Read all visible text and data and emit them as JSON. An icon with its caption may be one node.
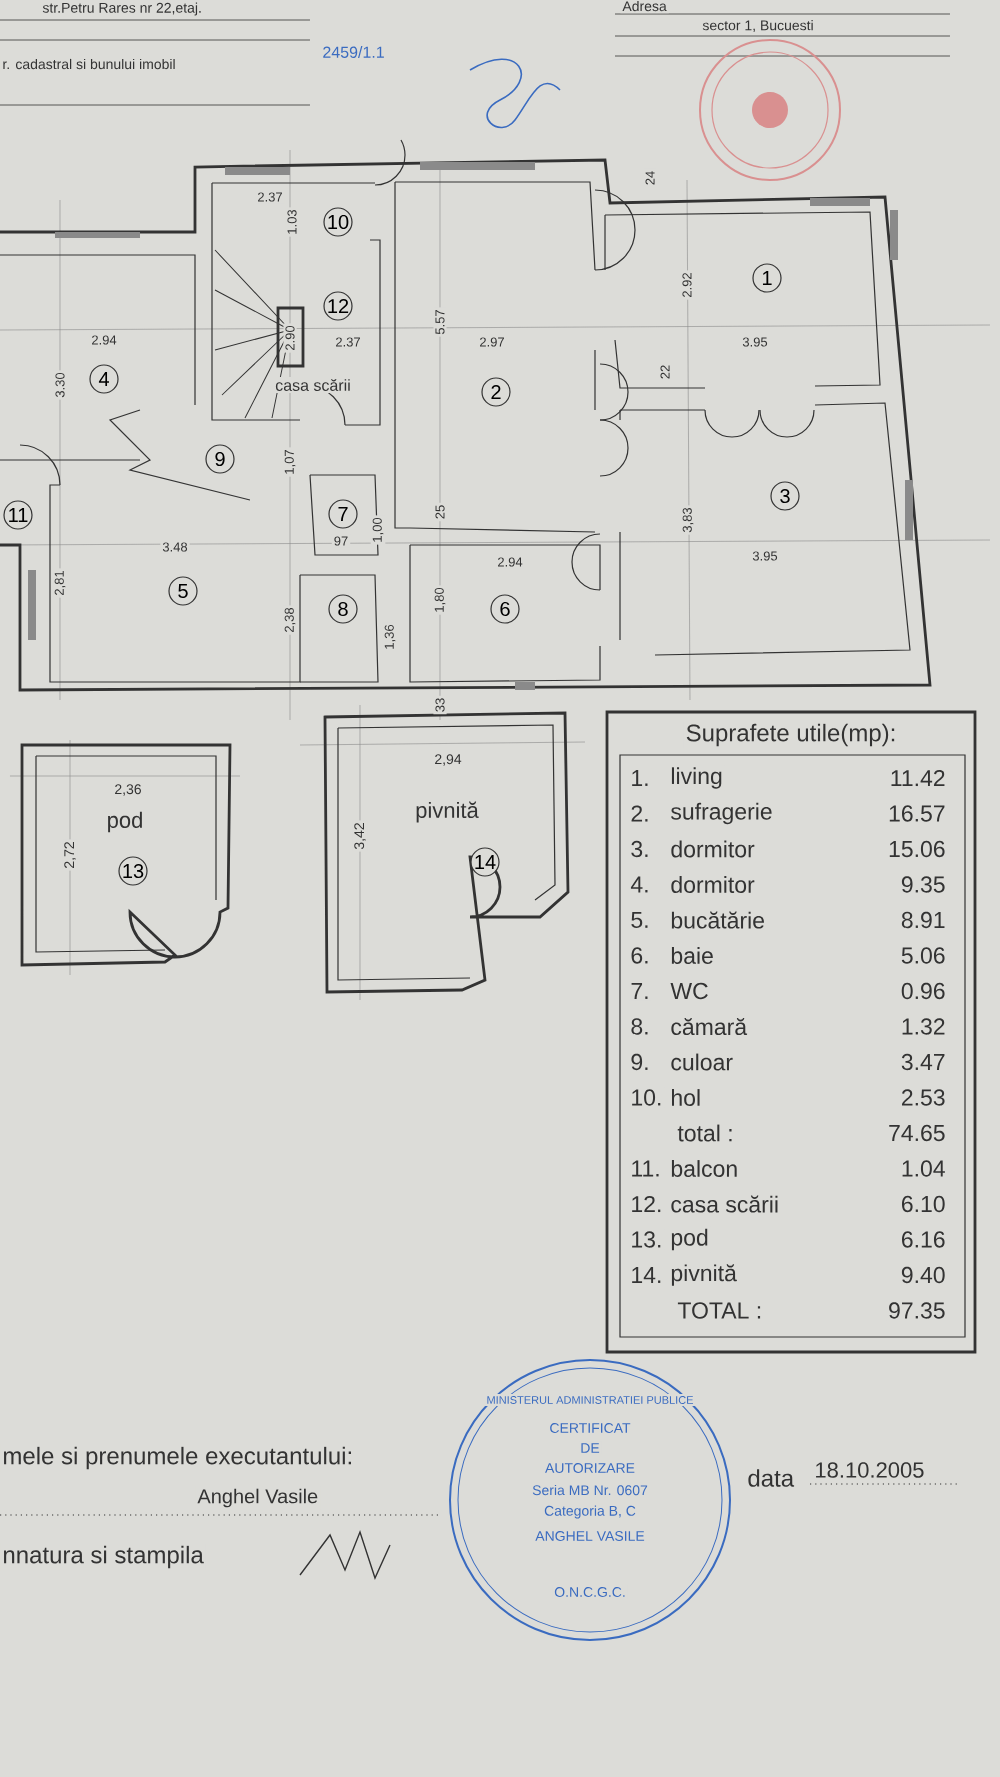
{
  "diagram": {
    "nodes": [
      {
        "text": [
          "10"
        ]
      },
      {
        "text": [
          "1"
        ]
      },
      {
        "text": [
          "12"
        ]
      },
      {
        "text": [
          "4"
        ]
      },
      {
        "text": [
          "2"
        ]
      },
      {
        "text": [
          "9"
        ]
      },
      {
        "text": [
          "3"
        ]
      },
      {
        "text": [
          "7"
        ]
      },
      {
        "text": [
          "11"
        ]
      },
      {
        "text": [
          "5"
        ]
      },
      {
        "text": [
          "6"
        ]
      },
      {
        "text": [
          "8"
        ]
      },
      {
        "text": [
          "14"
        ]
      },
      {
        "text": [
          "13"
        ]
      }
    ],
    "labels": [
      "str.Petru Rares nr 22,etaj.",
      "Adresa",
      "sector 1, Bucuesti",
      "2459/1.1",
      "r. cadastral si bunului imobil",
      "2.37",
      "1.03",
      "24",
      "2.92",
      "5.57",
      "2.94",
      "2.90",
      "2.37",
      "2.97",
      "3.95",
      "3.30",
      "casa scării",
      "22",
      "1,07",
      "25",
      "1,00",
      "3,83",
      "97",
      "3.48",
      "3.95",
      "2.94",
      "2,81",
      "1,80",
      "2,38",
      "1,36",
      "33",
      "Suprafete utile(mp):",
      "2,94",
      "2,36",
      "pod",
      "pivnită",
      "3,42",
      "2,72",
      "1.",
      "living",
      "11.42",
      "2.",
      "sufragerie",
      "16.57",
      "3.",
      "dormitor",
      "15.06",
      "4.",
      "dormitor",
      "9.35",
      "5.",
      "bucătărie",
      "8.91",
      "6.",
      "baie",
      "5.06",
      "7.",
      "WC",
      "0.96",
      "8.",
      "cămară",
      "1.32",
      "9.",
      "culoar",
      "3.47",
      "10.",
      "hol",
      "2.53",
      "total :",
      "74.65",
      "11.",
      "balcon",
      "1.04",
      "12.",
      "casa scării",
      "6.10",
      "13.",
      "pod",
      "6.16",
      "14.",
      "pivnită",
      "9.40",
      "TOTAL :",
      "97.35",
      "mele si prenumele executantului:",
      "data",
      "18.10.2005",
      "Anghel Vasile",
      "nnatura si stampila",
      "MINISTERUL ADMINISTRATIEI PUBLICE",
      "CERTIFICAT",
      "DE",
      "AUTORIZARE",
      "Seria MB Nr. 0607",
      "Categoria B, C",
      "ANGHEL VASILE",
      "O.N.C.G.C."
    ]
  }
}
